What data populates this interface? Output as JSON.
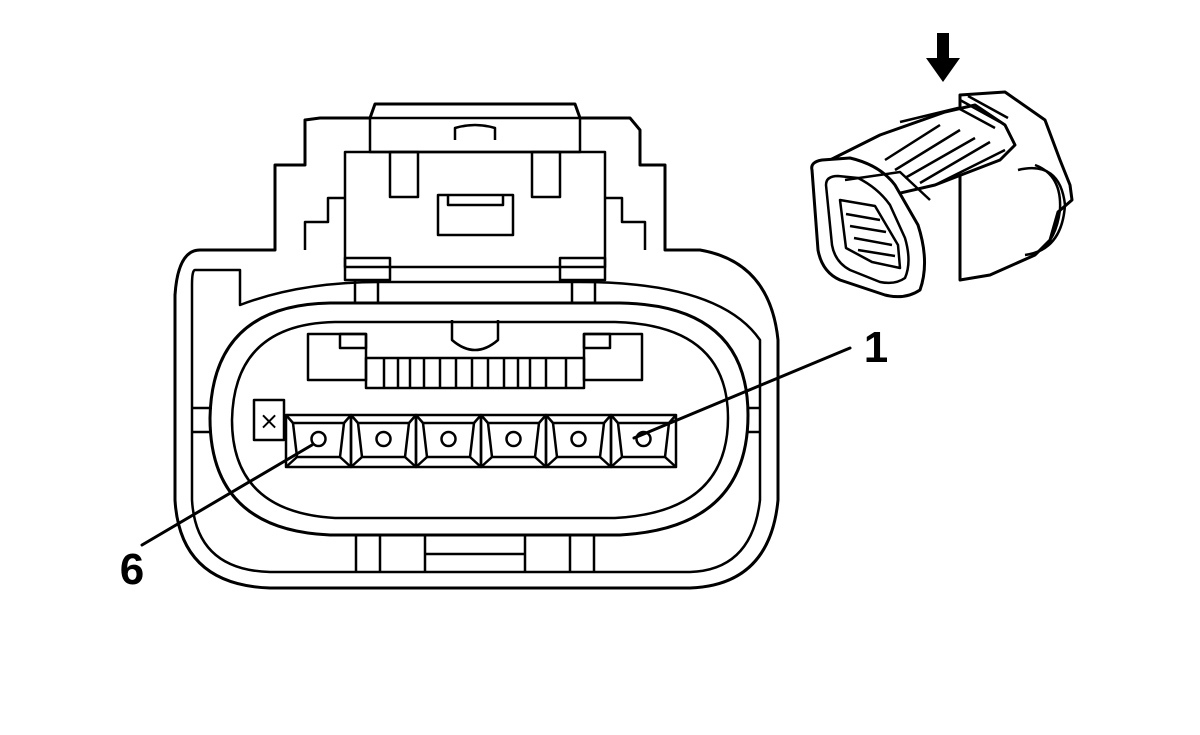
{
  "diagram": {
    "pin_labels": {
      "first": "1",
      "last": "6"
    },
    "blank_cavity_mark": "×",
    "pin_count": 6,
    "icons": {
      "arrow": "down-arrow-icon",
      "connector_iso": "connector-isometric-icon"
    },
    "colors": {
      "line": "#000000",
      "background": "#ffffff"
    }
  }
}
